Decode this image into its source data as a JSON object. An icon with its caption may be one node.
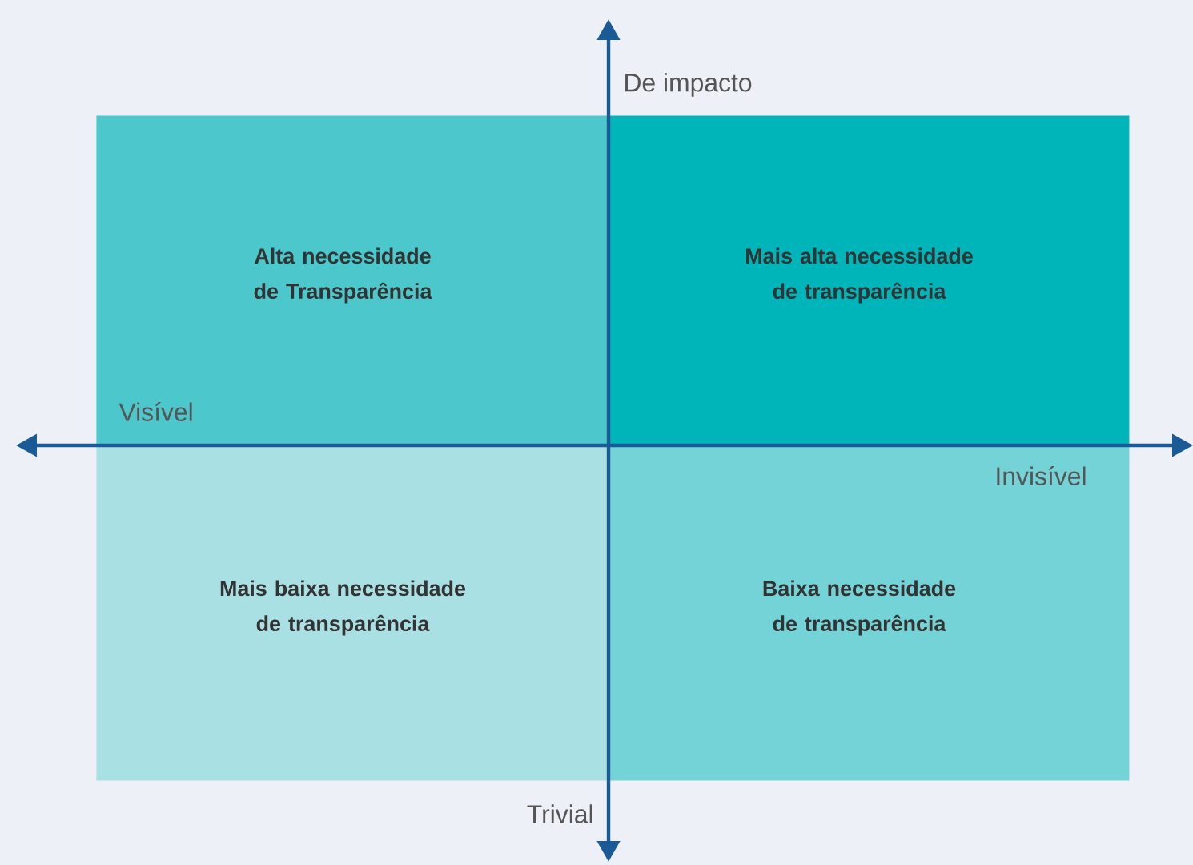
{
  "diagram": {
    "nodes": [
      {
        "text": [
          "Alta necessidade de Transparência"
        ]
      },
      {
        "text": [
          "Mais alta necessidade de transparência"
        ]
      },
      {
        "text": [
          "Mais baixa necessidade de transparência"
        ]
      },
      {
        "text": [
          "Baixa necessidade de transparência"
        ]
      }
    ],
    "labels": [
      "De impacto",
      "Visível",
      "Invisível",
      "Trivial"
    ]
  }
}
